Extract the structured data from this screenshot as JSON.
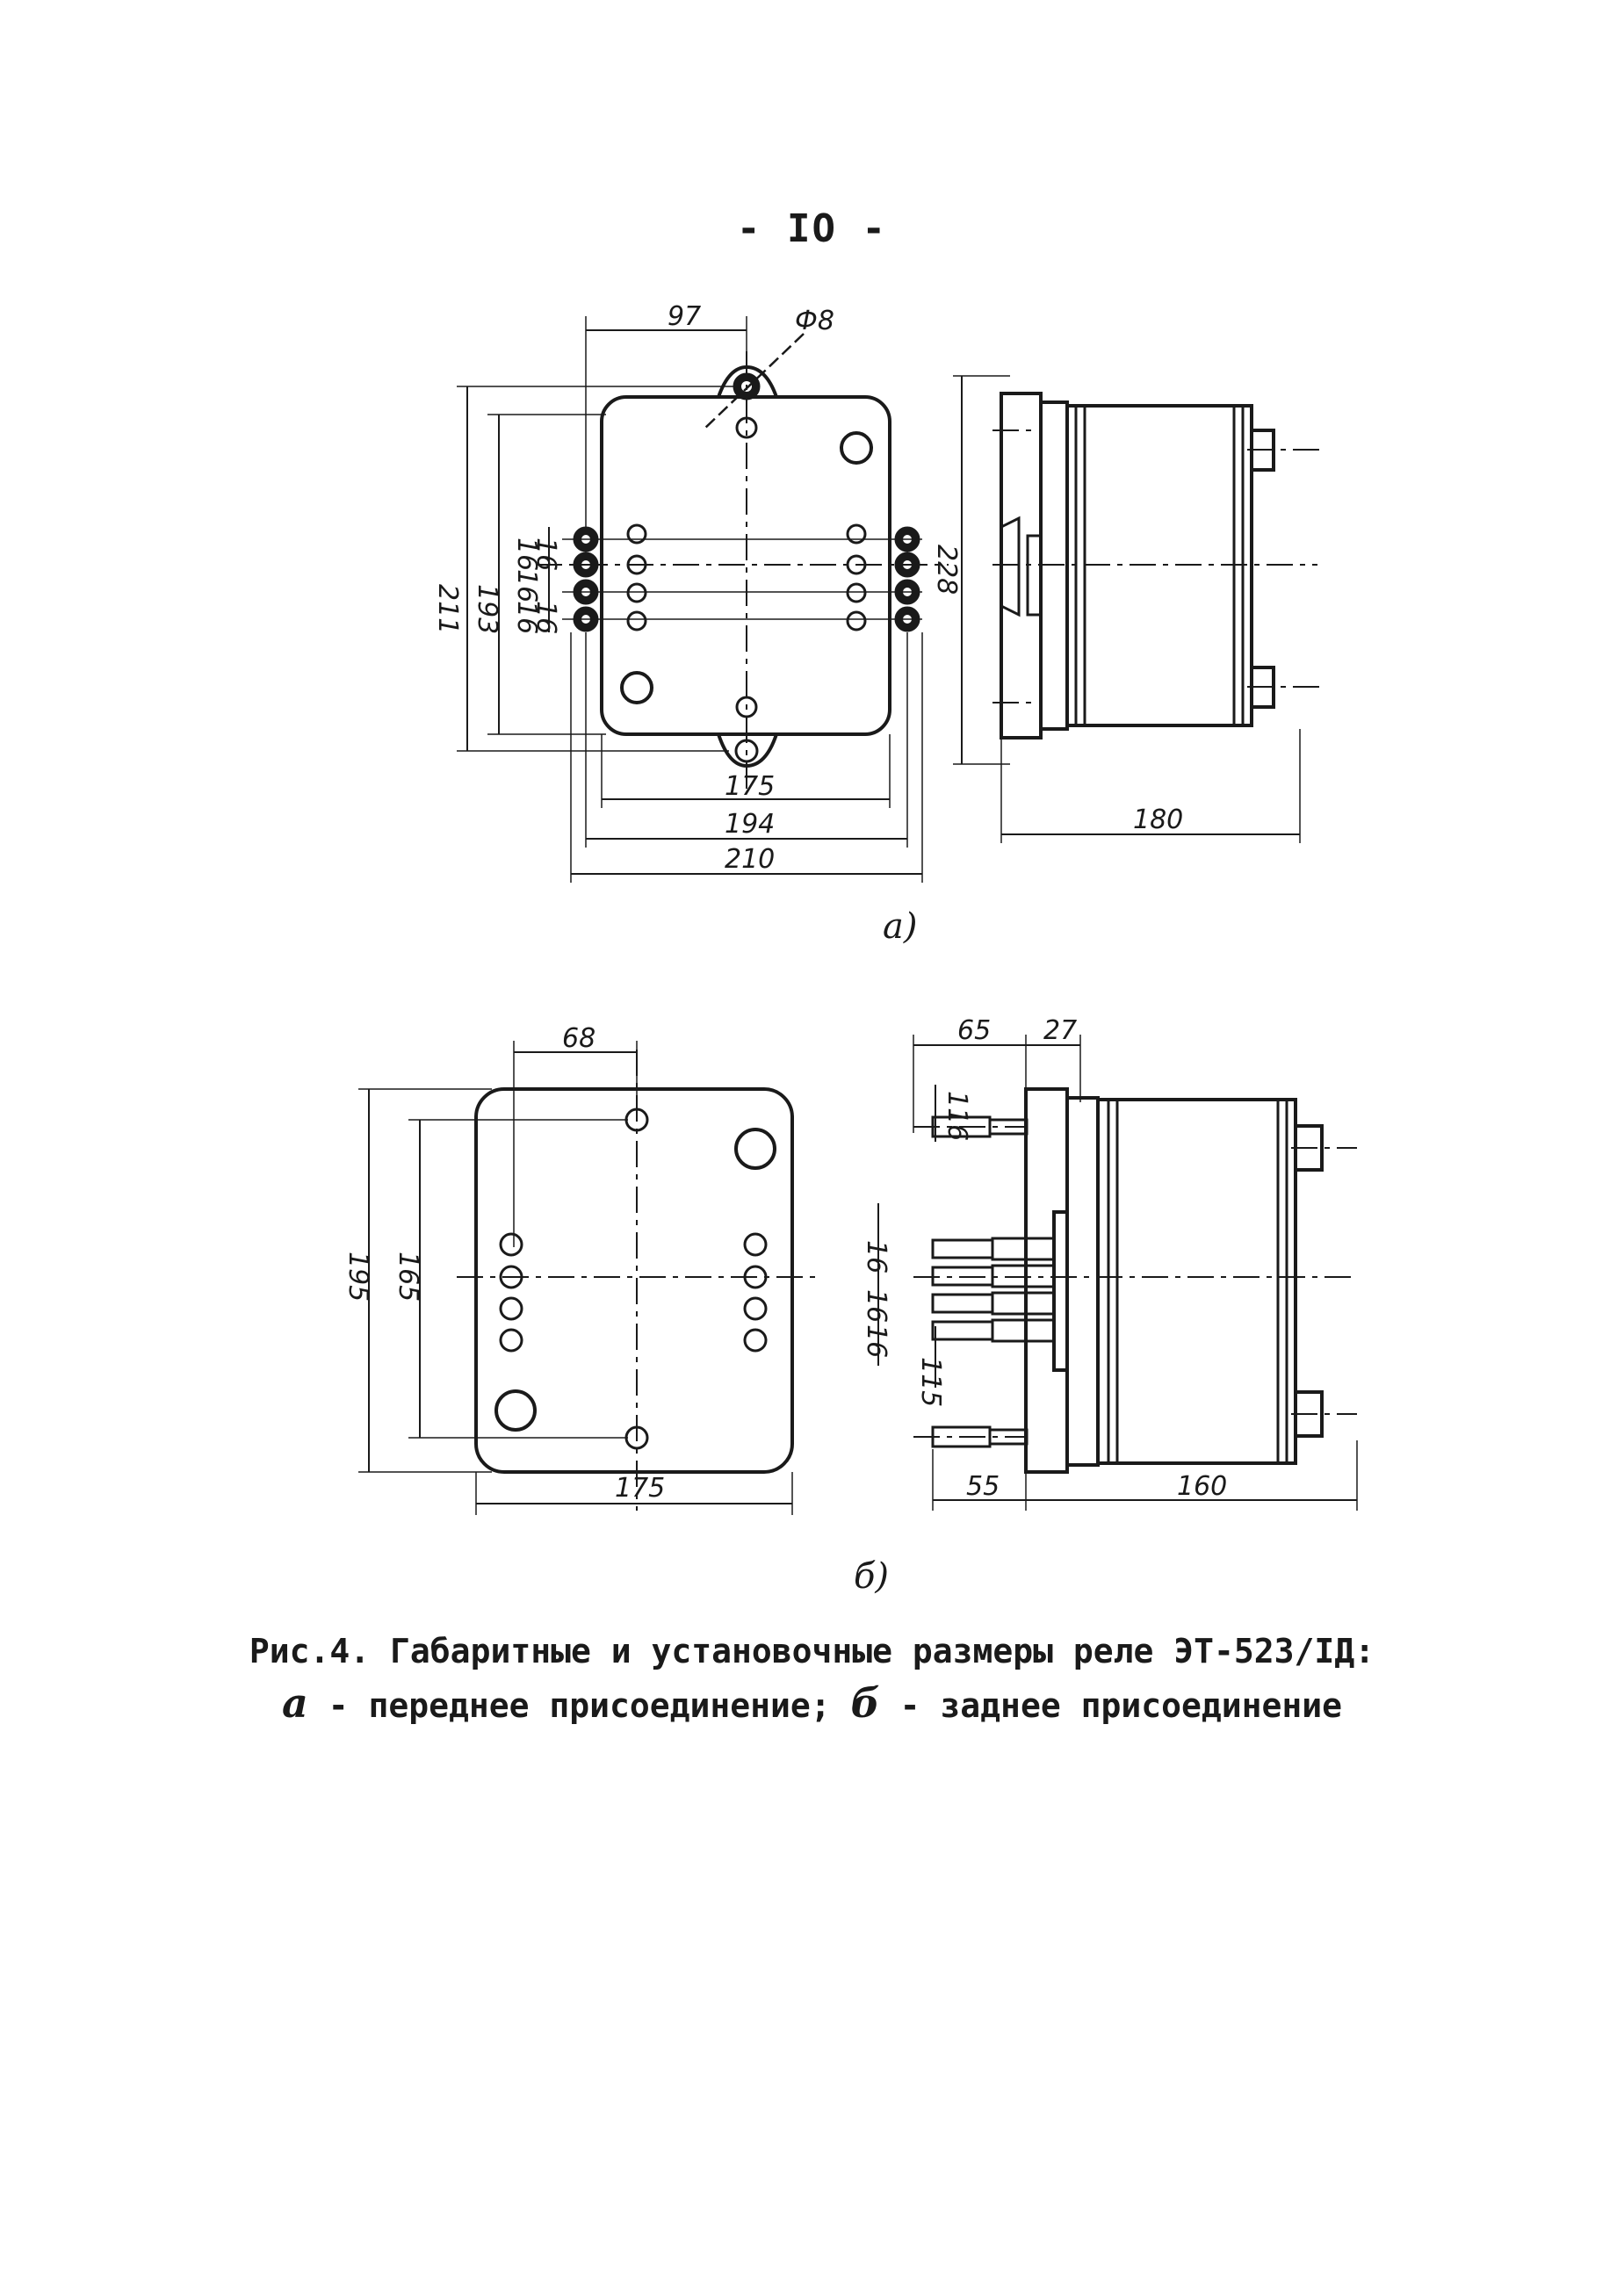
{
  "page_number": "- IO -",
  "figure_a": {
    "label": "a)",
    "dims": {
      "top_width": "97",
      "hole_dia": "Ф8",
      "height_outer": "211",
      "height_inner": "193",
      "pitch_1": "16",
      "pitch_2": "16",
      "pitch_3": "16",
      "pitch_4": "16",
      "pitch_5": "16",
      "side_height": "228",
      "w1": "175",
      "w2": "194",
      "w3": "210",
      "depth": "180"
    }
  },
  "figure_b": {
    "label": "б)",
    "dims": {
      "top_width": "68",
      "height_outer": "195",
      "height_inner": "165",
      "width": "175",
      "top_a": "65",
      "top_b": "27",
      "stud_top": "116",
      "pitch_1": "16",
      "pitch_2": "16",
      "pitch_3": "16",
      "stud_bottom": "115",
      "bottom_a": "55",
      "depth": "160"
    }
  },
  "caption": {
    "line1": "Рис.4. Габаритные и установочные размеры реле ЭТ-523/IД:",
    "a_letter": "а",
    "a_text": "- переднее присоединение;",
    "b_letter": "б",
    "b_text": "- заднее присоединение"
  }
}
